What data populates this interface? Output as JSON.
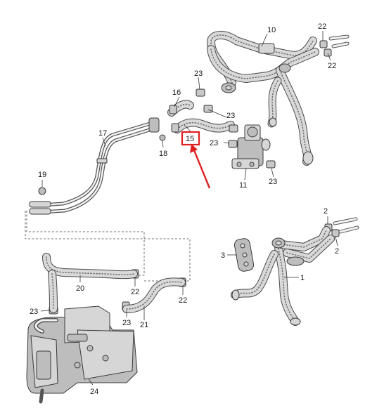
{
  "labels": {
    "p1": "1",
    "p2a": "2",
    "p2b": "2",
    "p3": "3",
    "p10": "10",
    "p11": "11",
    "p15": "15",
    "p16": "16",
    "p17": "17",
    "p18": "18",
    "p19": "19",
    "p20": "20",
    "p21": "21",
    "p22a": "22",
    "p22b": "22",
    "p22c": "22",
    "p22d": "22",
    "p23a": "23",
    "p23b": "23",
    "p23c": "23",
    "p23d": "23",
    "p23e": "23",
    "p24": "24"
  },
  "highlight": {
    "part": "15",
    "color": "#e02020"
  }
}
